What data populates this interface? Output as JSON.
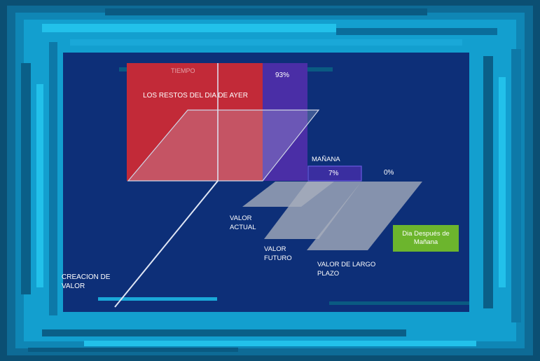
{
  "labels": {
    "top_cut": "TIEMPO",
    "restos": "LOS RESTOS DEL DIA DE AYER",
    "pct_93": "93%",
    "manana": "MAÑANA",
    "pct_7": "7%",
    "pct_0": "0%",
    "valor_actual": "VALOR ACTUAL",
    "valor_futuro": "VALOR FUTURO",
    "valor_largo": "VALOR DE LARGO PLAZO",
    "creacion": "CREACION DE VALOR",
    "dia_despues": "Dia Después de Mañana"
  },
  "colors": {
    "frame_dark": "#0b4f73",
    "panel": "#0d2f78",
    "red_block": "#c22a38",
    "purple_block": "#4a2ea6",
    "gray_shape": "#a8aebd",
    "green_box": "#6cb52d"
  }
}
